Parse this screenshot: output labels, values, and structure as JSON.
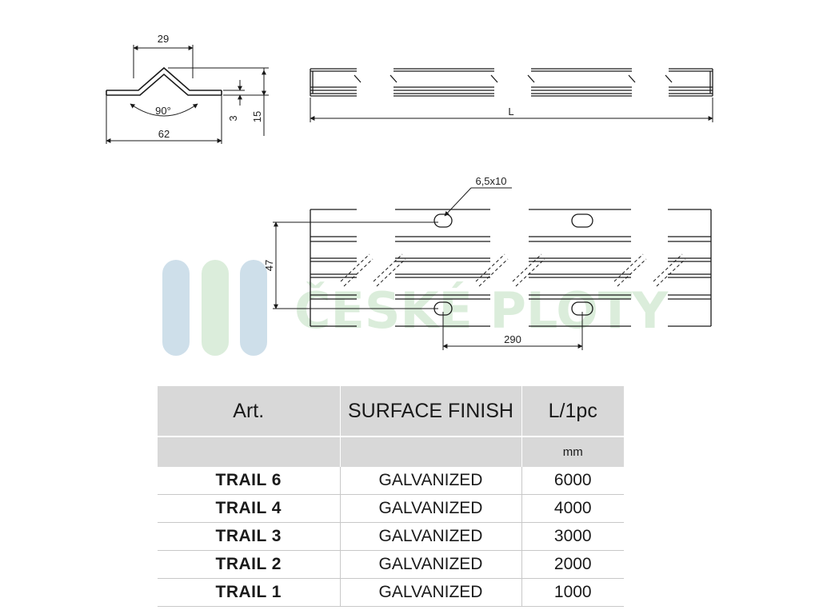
{
  "drawing": {
    "profile": {
      "width_top": "29",
      "angle": "90°",
      "width_total": "62",
      "thickness": "3",
      "height": "15"
    },
    "side": {
      "length": "L"
    },
    "front": {
      "slot": "6,5x10",
      "height": "47",
      "spacing": "290"
    },
    "watermark": "ČESKÉ PLOTY",
    "colors": {
      "line": "#1a1a1a",
      "watermark_blue": "#c9dce8",
      "watermark_green": "#d8ecd8"
    }
  },
  "table": {
    "headers": {
      "art": "Art.",
      "finish": "SURFACE FINISH",
      "length": "L/1pc"
    },
    "units": {
      "art": "",
      "finish": "",
      "length": "mm"
    },
    "rows": [
      {
        "art": "TRAIL 6",
        "finish": "GALVANIZED",
        "length": "6000"
      },
      {
        "art": "TRAIL 4",
        "finish": "GALVANIZED",
        "length": "4000"
      },
      {
        "art": "TRAIL 3",
        "finish": "GALVANIZED",
        "length": "3000"
      },
      {
        "art": "TRAIL 2",
        "finish": "GALVANIZED",
        "length": "2000"
      },
      {
        "art": "TRAIL 1",
        "finish": "GALVANIZED",
        "length": "1000"
      }
    ]
  }
}
